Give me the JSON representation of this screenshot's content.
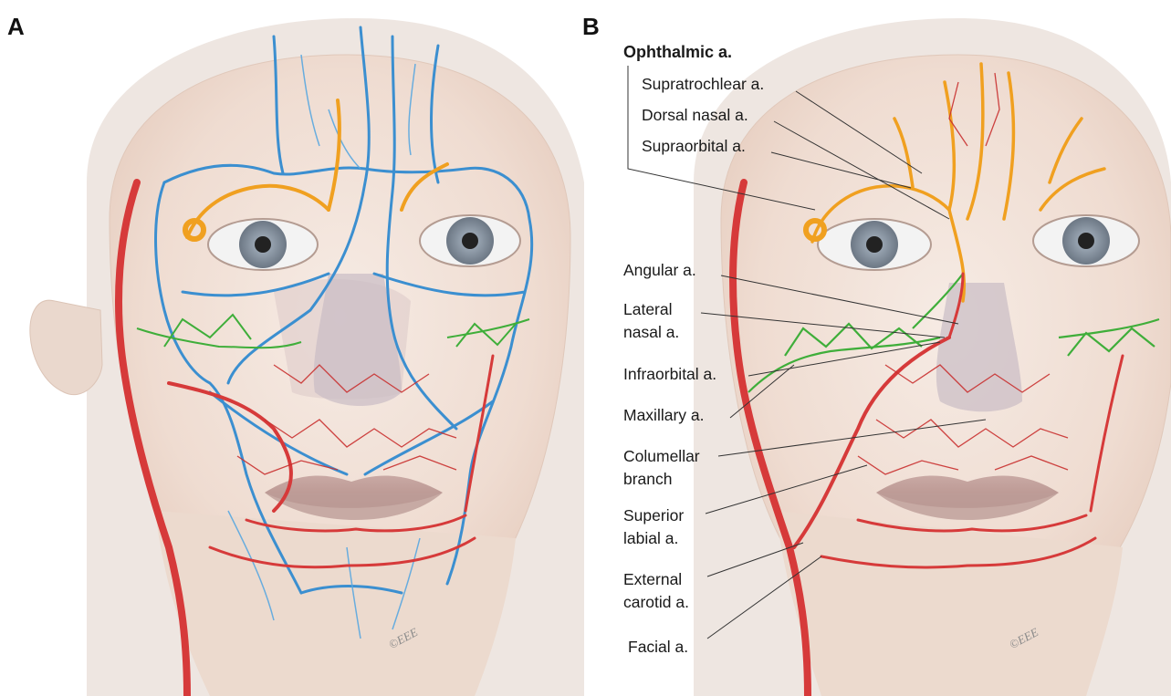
{
  "panels": {
    "a": {
      "letter": "A"
    },
    "b": {
      "letter": "B"
    }
  },
  "labels": {
    "ophthalmic": "Ophthalmic a.",
    "supratrochlear": "Supratrochlear a.",
    "dorsal_nasal": "Dorsal nasal a.",
    "supraorbital": "Supraorbital a.",
    "angular": "Angular a.",
    "lateral_nasal": [
      "Lateral",
      "nasal a."
    ],
    "infraorbital": "Infraorbital a.",
    "maxillary": "Maxillary a.",
    "columellar": [
      "Columellar",
      "branch"
    ],
    "superior_labial": [
      "Superior",
      "labial a."
    ],
    "external_carotid": [
      "External",
      "carotid a."
    ],
    "facial": "Facial a."
  },
  "watermark": "©EEE",
  "colors": {
    "artery_red": "#d63a3a",
    "ophthalmic_orange": "#f0a020",
    "maxillary_green": "#3fae3a",
    "vein_blue": "#3b8fd0",
    "skin": "#f1e2d8"
  }
}
